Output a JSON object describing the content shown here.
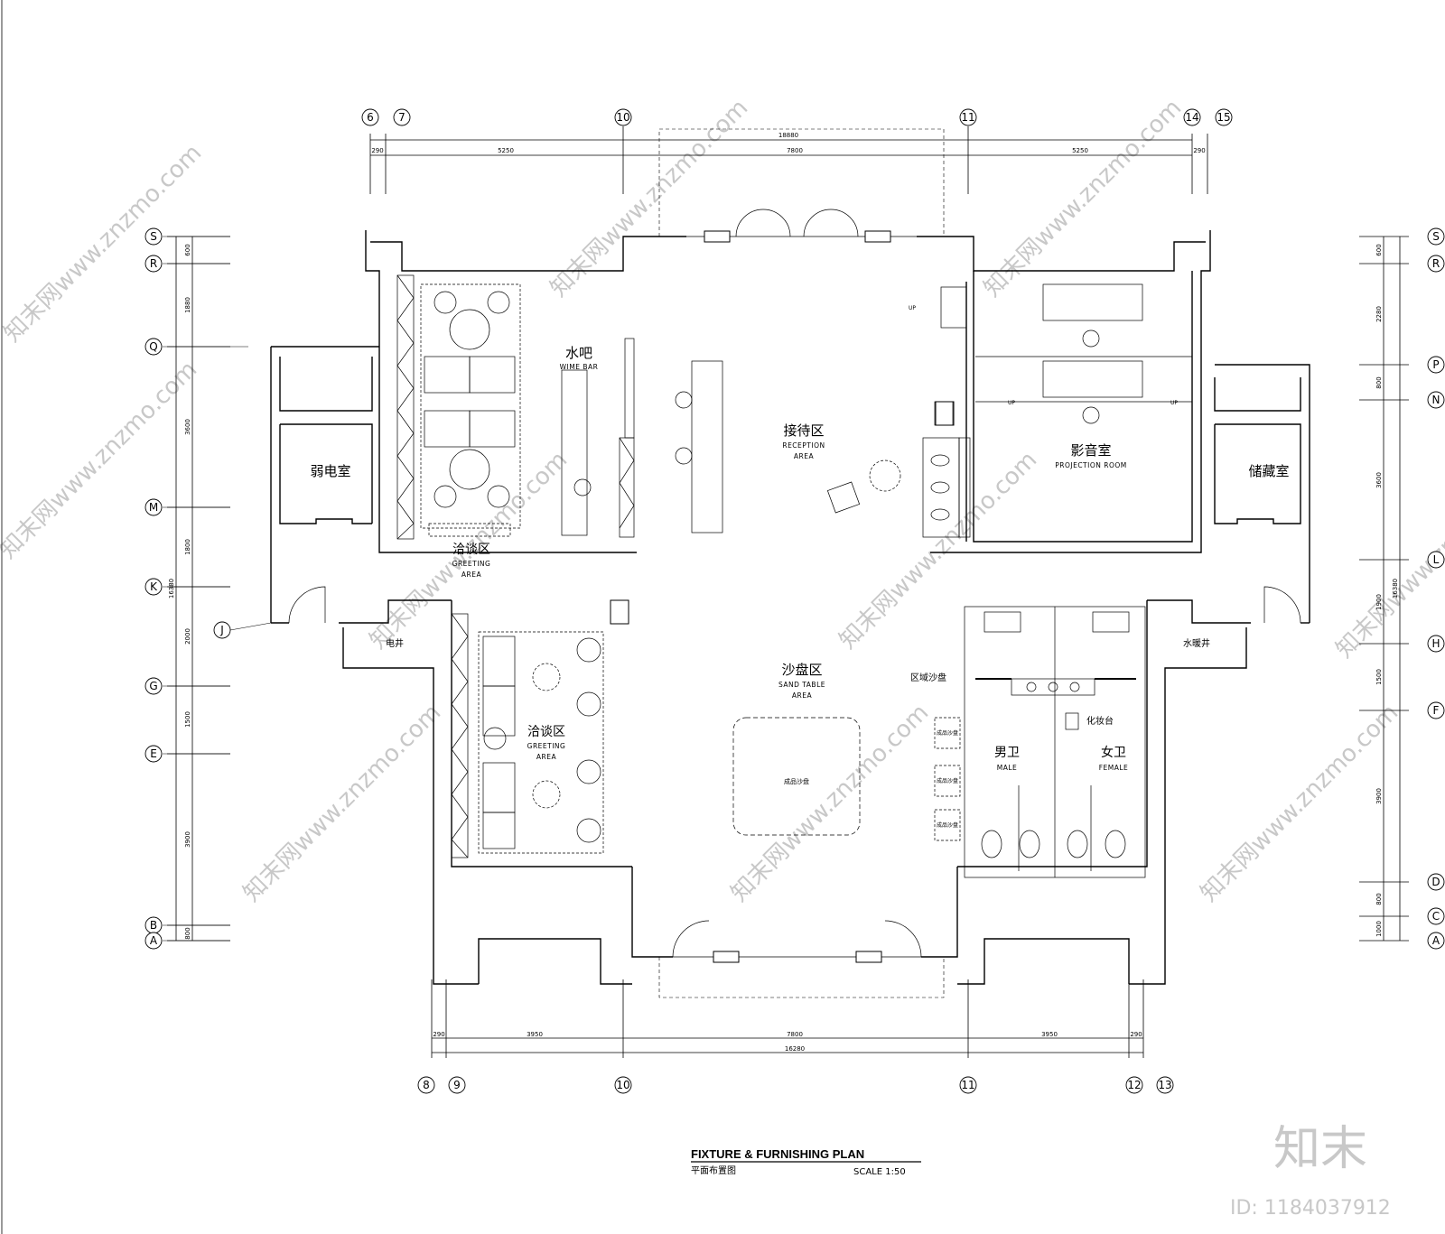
{
  "title": {
    "main": "FIXTURE & FURNISHING PLAN",
    "cn": "平面布置图",
    "scale": "SCALE 1:50"
  },
  "watermark": {
    "site": "知末网www.znzmo.com",
    "brand": "知末",
    "id": "ID: 1184037912"
  },
  "rooms": {
    "water_bar_cn": "水吧",
    "water_bar_en": "WIME BAR",
    "greeting_top_cn": "洽谈区",
    "greeting_top_en1": "GREETING",
    "greeting_top_en2": "AREA",
    "reception_cn": "接待区",
    "reception_en1": "RECEPTION",
    "reception_en2": "AREA",
    "projection_cn": "影音室",
    "projection_en": "PROJECTION ROOM",
    "weak_room": "弱电室",
    "storage": "储藏室",
    "sand_cn": "沙盘区",
    "sand_en1": "SAND TABLE",
    "sand_en2": "AREA",
    "greeting_bot_cn": "洽谈区",
    "greeting_bot_en1": "GREETING",
    "greeting_bot_en2": "AREA",
    "elec_shaft": "电井",
    "water_shaft": "水暖井",
    "region_sand": "区域沙盘",
    "makeup": "化妆台",
    "male_cn": "男卫",
    "male_en": "MALE",
    "female_cn": "女卫",
    "female_en": "FEMALE",
    "product_sand": "成品沙盘",
    "up": "UP"
  },
  "dims": {
    "top_total": "18880",
    "top_segments": [
      "290",
      "5250",
      "7800",
      "5250",
      "290"
    ],
    "bottom_total": "16280",
    "bottom_segments": [
      "290",
      "3950",
      "7800",
      "3950",
      "290"
    ],
    "left_total": "16380",
    "left_segments": [
      "600",
      "1880",
      "3600",
      "1800",
      "2000",
      "1500",
      "3900",
      "800"
    ],
    "right_total": "16380",
    "right_segments": [
      "600",
      "2280",
      "800",
      "3600",
      "1900",
      "1500",
      "3900",
      "800",
      "1000"
    ]
  },
  "grid": {
    "top": [
      "6",
      "7",
      "10",
      "11",
      "14",
      "15"
    ],
    "bottom": [
      "8",
      "9",
      "10",
      "11",
      "12",
      "13"
    ],
    "left": [
      "S",
      "R",
      "Q",
      "M",
      "K",
      "J",
      "G",
      "E",
      "B",
      "A"
    ],
    "right": [
      "S",
      "R",
      "P",
      "N",
      "L",
      "H",
      "F",
      "D",
      "C",
      "A"
    ]
  }
}
